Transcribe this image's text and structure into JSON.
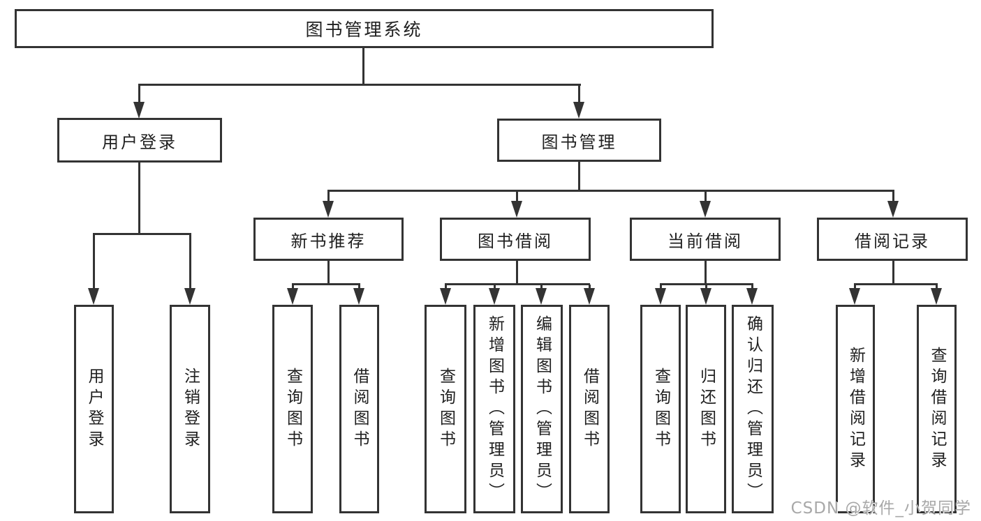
{
  "diagram": {
    "root": {
      "label": "图书管理系统"
    },
    "level2": [
      {
        "label": "用户登录"
      },
      {
        "label": "图书管理"
      }
    ],
    "level3": [
      {
        "label": "新书推荐"
      },
      {
        "label": "图书借阅"
      },
      {
        "label": "当前借阅"
      },
      {
        "label": "借阅记录"
      }
    ],
    "leafGroups": [
      {
        "parent": "用户登录",
        "leaves": [
          {
            "label": "用户登录"
          },
          {
            "label": "注销登录"
          }
        ]
      },
      {
        "parent": "新书推荐",
        "leaves": [
          {
            "label": "查询图书"
          },
          {
            "label": "借阅图书"
          }
        ]
      },
      {
        "parent": "图书借阅",
        "leaves": [
          {
            "label": "查询图书"
          },
          {
            "label": "新增图书（管理员）"
          },
          {
            "label": "编辑图书（管理员）"
          },
          {
            "label": "借阅图书"
          }
        ]
      },
      {
        "parent": "当前借阅",
        "leaves": [
          {
            "label": "查询图书"
          },
          {
            "label": "归还图书"
          },
          {
            "label": "确认归还（管理员）"
          }
        ]
      },
      {
        "parent": "借阅记录",
        "leaves": [
          {
            "label": "新增借阅记录"
          },
          {
            "label": "查询借阅记录"
          }
        ]
      }
    ]
  },
  "watermark": {
    "text": "CSDN @软件_小贺同学"
  },
  "colors": {
    "line": "#333333",
    "text": "#1f1f1f",
    "background": "#ffffff",
    "watermark": "#a8a8a8"
  }
}
